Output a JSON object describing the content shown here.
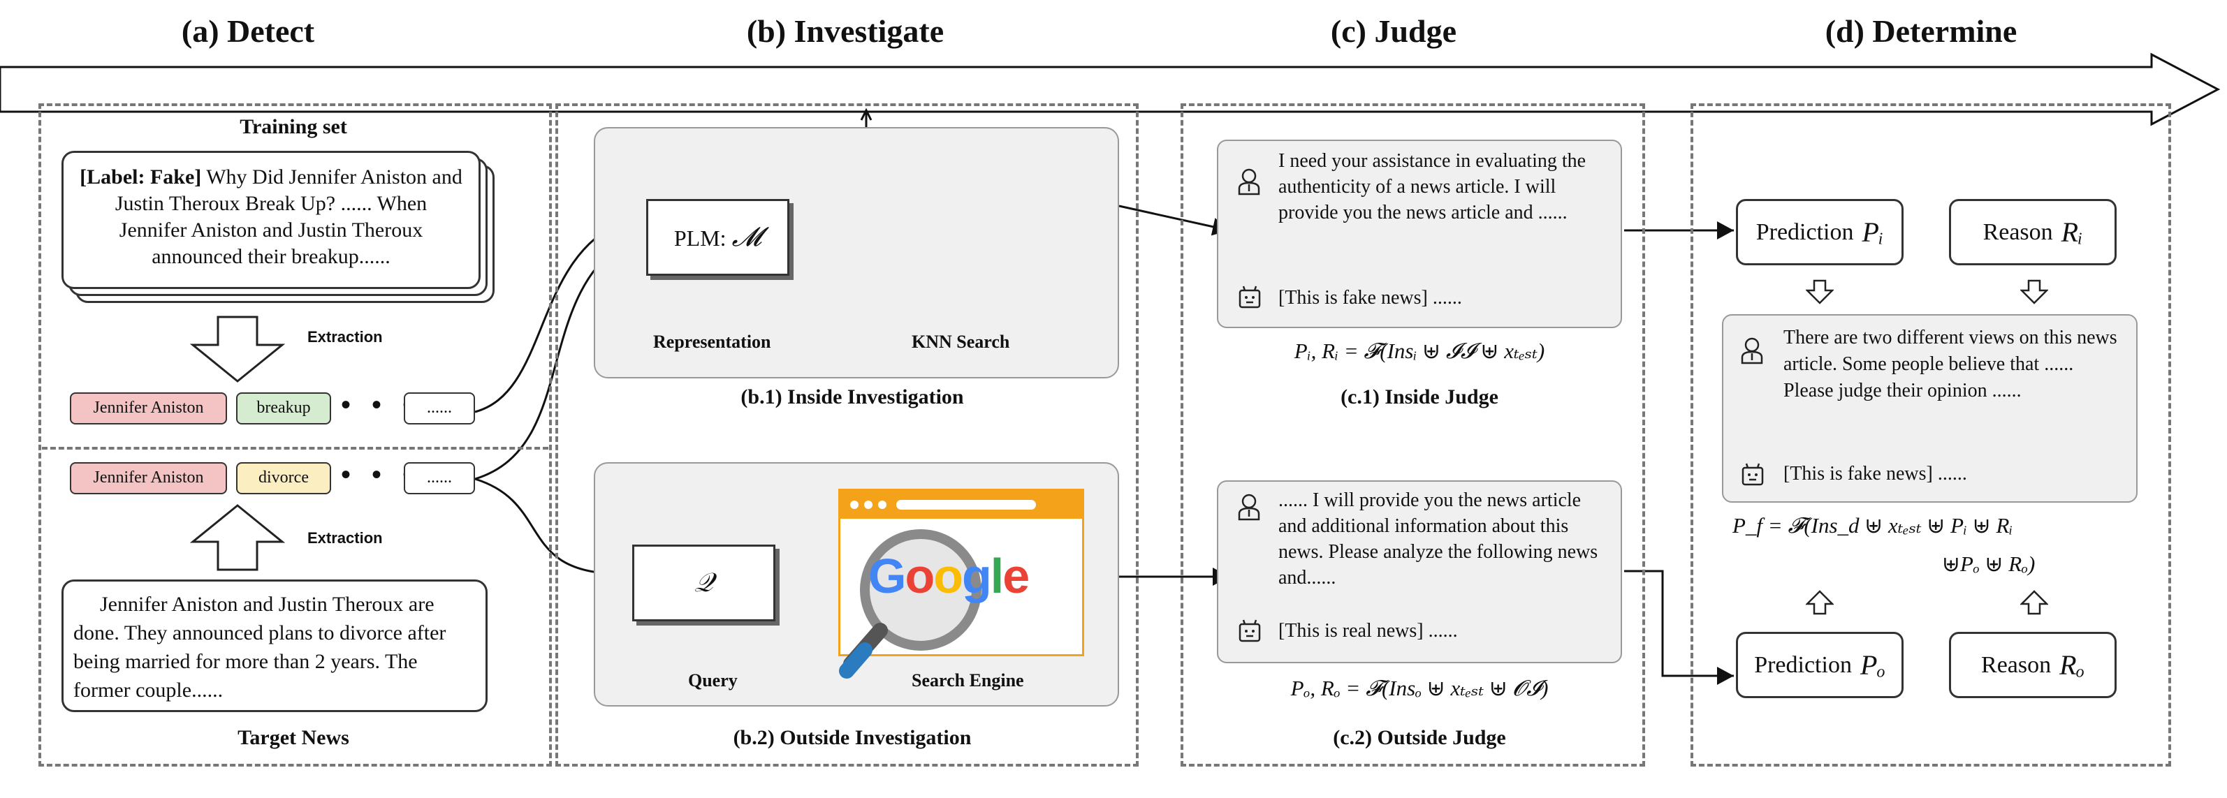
{
  "stages": {
    "detect": "(a) Detect",
    "investigate": "(b) Investigate",
    "judge": "(c) Judge",
    "determine": "(d) Determine"
  },
  "detect": {
    "training_set_title": "Training set",
    "training_label": "[Label: Fake]",
    "training_text": " Why Did Jennifer Aniston and Justin Theroux Break Up? ...... When Jennifer Aniston and Justin Theroux announced their breakup......",
    "extraction_label": "Extraction",
    "train_tags": [
      "Jennifer Aniston",
      "breakup"
    ],
    "target_tags": [
      "Jennifer Aniston",
      "divorce"
    ],
    "ellipsis": "......",
    "dots": "• • •",
    "target_text": "Jennifer Aniston and Justin Theroux are done.  They announced plans to divorce after being married for more than 2 years.  The former couple......",
    "target_title": "Target News"
  },
  "investigate": {
    "plm_label": "PLM:",
    "plm_symbol": "𝓜",
    "representation": "Representation",
    "knn_search": "KNN Search",
    "inside_caption": "(b.1) Inside Investigation",
    "query_symbol": "𝒬",
    "query_label": "Query",
    "search_engine": "Search Engine",
    "google": [
      "G",
      "o",
      "o",
      "g",
      "l",
      "e"
    ],
    "outside_caption": "(b.2) Outside Investigation"
  },
  "judge": {
    "inside_prompt": "I need your assistance in evaluating the authenticity of a news article. I will provide you the news article and ......",
    "inside_reply": "[This is fake news] ......",
    "inside_formula": "Pᵢ, Rᵢ = 𝓕(Insᵢ ⊎ 𝓘𝓘 ⊎ xₜₑₛₜ)",
    "inside_caption": "(c.1) Inside Judge",
    "outside_prompt": "...... I will provide you the news article and additional information about this news. Please analyze the following news and......",
    "outside_reply": "[This is real news] ......",
    "outside_formula": "Pₒ, Rₒ = 𝓕(Insₒ ⊎ xₜₑₛₜ ⊎ 𝓞𝓘)",
    "outside_caption": "(c.2) Outside Judge"
  },
  "determine": {
    "prediction_label": "Prediction",
    "reason_label": "Reason",
    "p_i": "Pᵢ",
    "r_i": "Rᵢ",
    "p_o": "Pₒ",
    "r_o": "Rₒ",
    "prompt": "There are two different views on this news article. Some people believe that ...... Please judge their opinion ......",
    "reply": "[This is fake news] ......",
    "formula_line1": "P_f = 𝓕(Ins_d ⊎ xₜₑₛₜ ⊎ Pᵢ ⊎ Rᵢ",
    "formula_line2": "⊎Pₒ ⊎ Rₒ)"
  },
  "colors": {
    "pink_tag": "#f4c3c3",
    "green_tag": "#d6ecd0",
    "yellow_tag": "#fbeec0",
    "panel_gray": "#f0f0f0",
    "google_blue": "#4285F4",
    "google_red": "#EA4335",
    "google_yellow": "#FBBC05",
    "google_green": "#34A853",
    "browser_orange": "#F5A21B"
  },
  "icons": [
    "person-icon",
    "robot-icon",
    "magnifier-icon",
    "browser-window-icon",
    "hollow-down-arrow-icon",
    "hollow-up-arrow-icon"
  ]
}
